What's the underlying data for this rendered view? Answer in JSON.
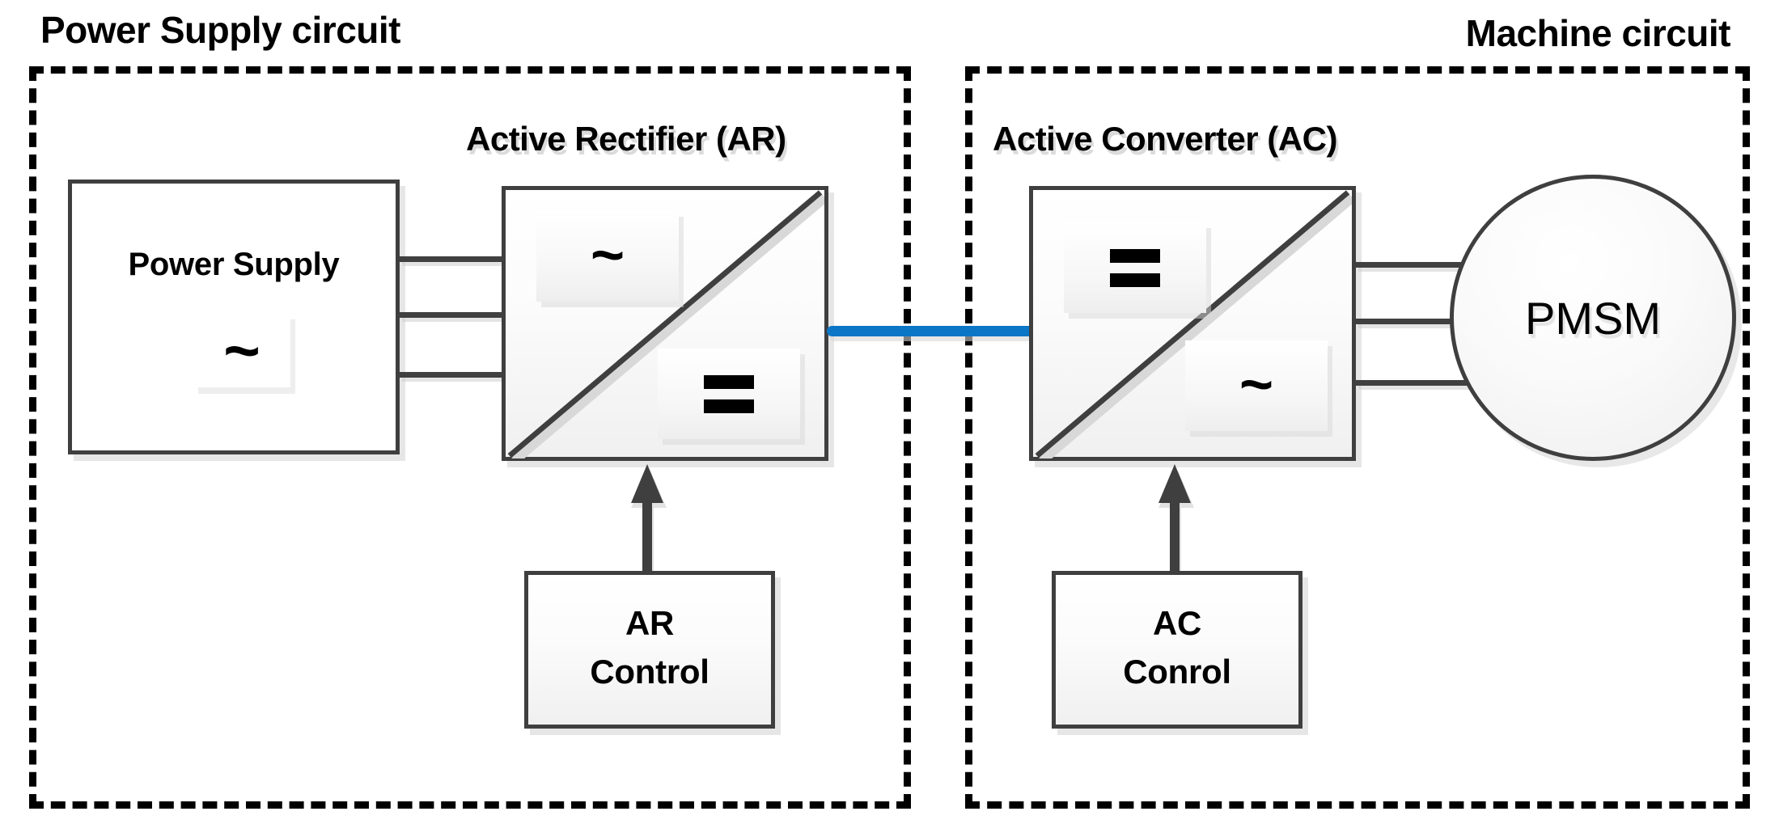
{
  "diagram": {
    "title_zones": {
      "left": "Power Supply circuit",
      "right": "Machine circuit"
    },
    "block_captions": {
      "active_rectifier": "Active Rectifier (AR)",
      "active_converter": "Active Converter (AC)"
    },
    "blocks": {
      "power_supply": {
        "label": "Power Supply",
        "symbol": "~",
        "symbol_name": "ac-sine-symbol"
      },
      "active_rectifier": {
        "input_symbol": "~",
        "output_symbol": "=",
        "input_symbol_name": "ac-sine-symbol",
        "output_symbol_name": "dc-equals-symbol"
      },
      "active_converter": {
        "input_symbol": "=",
        "output_symbol": "~",
        "input_symbol_name": "dc-equals-symbol",
        "output_symbol_name": "ac-sine-symbol"
      },
      "machine": {
        "label": "PMSM"
      },
      "ar_control": {
        "line1": "AR",
        "line2": "Control"
      },
      "ac_control": {
        "line1": "AC",
        "line2": "Conrol"
      }
    },
    "connections": {
      "supply_to_rectifier_phases": 3,
      "converter_to_machine_phases": 3,
      "dc_link_name": "dc-link-bus"
    },
    "colors": {
      "dc_link": "#0b76c6",
      "wire": "#404040",
      "block_border": "#3f3f3f",
      "zone_border": "#000000",
      "text": "#000000"
    }
  }
}
